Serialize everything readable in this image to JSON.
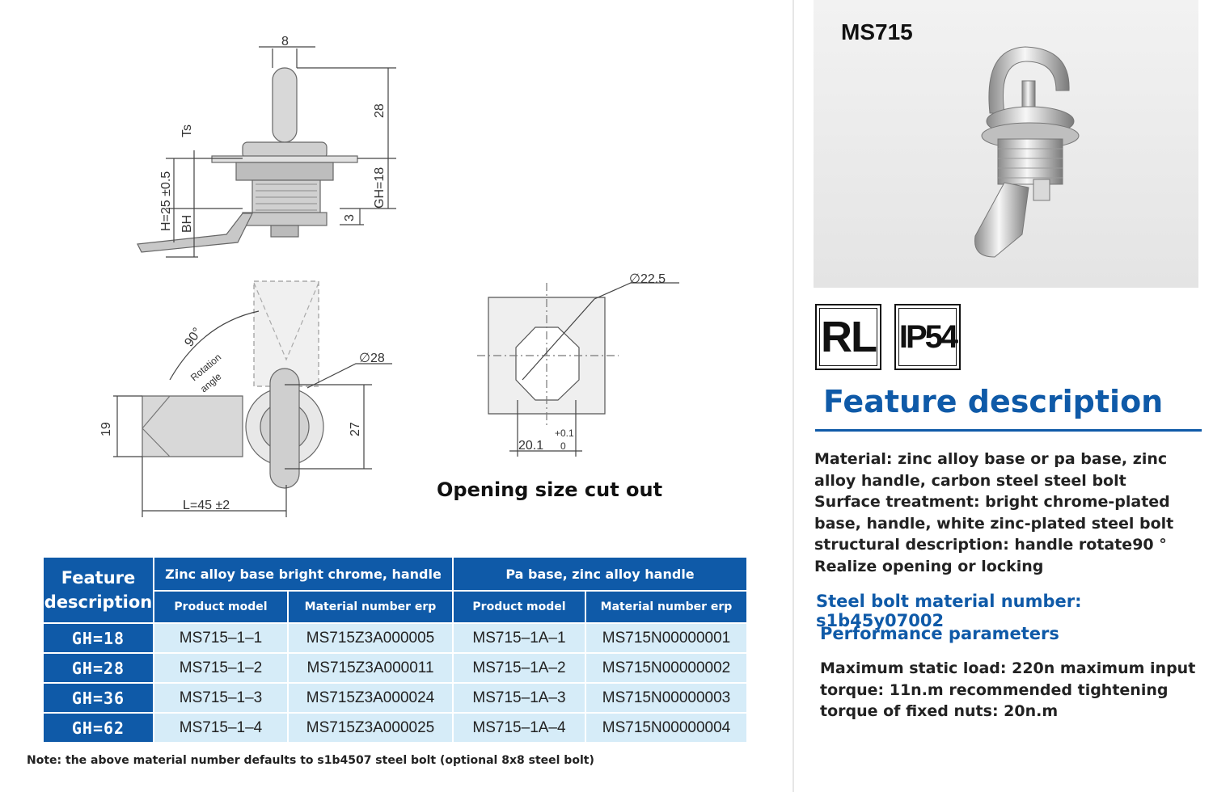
{
  "drawing": {
    "dims_side": {
      "top_width": "8",
      "height_28": "28",
      "ts": "Ts",
      "h_total": "H=25 ±0.5",
      "bh": "BH",
      "gh": "GH=18",
      "three": "3"
    },
    "dims_plan": {
      "angle": "90°",
      "rotation_line1": "Rotation",
      "rotation_line2": "angle",
      "dia28": "∅28",
      "nineteen": "19",
      "twentyseven": "27",
      "length": "L=45 ±2"
    },
    "dims_cutout": {
      "dia": "∅22.5",
      "width": "20.1",
      "tol_plus": "+0.1",
      "tol_zero": "0"
    },
    "cutout_caption": "Opening size cut out"
  },
  "table": {
    "feature_header_line1": "Feature",
    "feature_header_line2": "description",
    "group1": "Zinc alloy base bright chrome, handle",
    "group2": "Pa base, zinc alloy handle",
    "subheaders": [
      "Product model",
      "Material number erp",
      "Product model",
      "Material number erp"
    ],
    "rows": [
      {
        "gh": "GH=18",
        "c1": "MS715–1–1",
        "c2": "MS715Z3A000005",
        "c3": "MS715–1A–1",
        "c4": "MS715N00000001"
      },
      {
        "gh": "GH=28",
        "c1": "MS715–1–2",
        "c2": "MS715Z3A000011",
        "c3": "MS715–1A–2",
        "c4": "MS715N00000002"
      },
      {
        "gh": "GH=36",
        "c1": "MS715–1–3",
        "c2": "MS715Z3A000024",
        "c3": "MS715–1A–3",
        "c4": "MS715N00000003"
      },
      {
        "gh": "GH=62",
        "c1": "MS715–1–4",
        "c2": "MS715Z3A000025",
        "c3": "MS715–1A–4",
        "c4": "MS715N00000004"
      }
    ],
    "note": "Note: the above material number defaults to s1b4507 steel bolt (optional 8x8 steel bolt)"
  },
  "product": {
    "photo_title": "MS715",
    "badge_rl": "RL",
    "badge_ip": "IP54",
    "feature_title": "Feature description",
    "feature_text": "Material: zinc alloy base or pa base, zinc alloy handle, carbon steel steel bolt Surface treatment: bright chrome-plated base, handle, white zinc-plated steel bolt structural description: handle rotate90 ° Realize opening or locking",
    "bolt_line": "Steel bolt material number: s1b45y07002",
    "perf_title": "Performance parameters",
    "perf_text": "Maximum static load: 220n maximum input torque: 11n.m recommended tightening torque of fixed nuts: 20n.m"
  },
  "colors": {
    "brand_blue": "#0f5aa8",
    "cell_bg": "#d6ecf8"
  }
}
